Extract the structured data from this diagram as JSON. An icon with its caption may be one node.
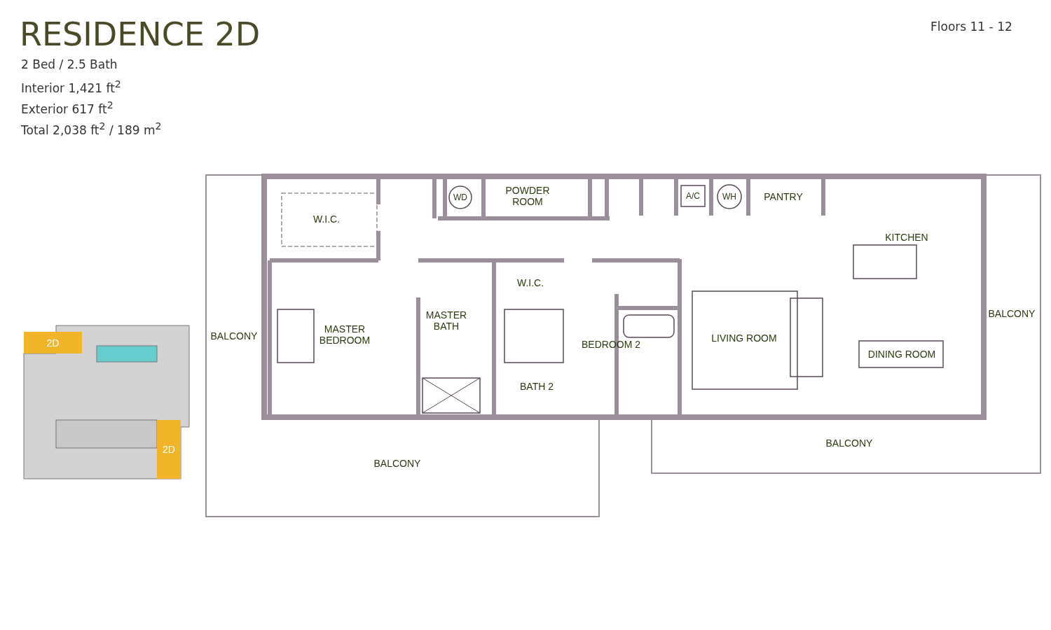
{
  "diagram": {
    "title": "RESIDENCE 2D",
    "nodes": [
      {
        "text": [
          "W.I.C."
        ]
      },
      {
        "text": [
          "WD"
        ]
      },
      {
        "text": [
          "POWDER ROOM"
        ]
      },
      {
        "text": [
          "A/C"
        ]
      },
      {
        "text": [
          "WH"
        ]
      },
      {
        "text": [
          "PANTRY"
        ]
      },
      {
        "text": [
          "KITCHEN"
        ]
      },
      {
        "text": [
          "MASTER BEDROOM"
        ]
      },
      {
        "text": [
          "MASTER BATH"
        ]
      },
      {
        "text": [
          "W.I.C."
        ]
      },
      {
        "text": [
          "BEDROOM 2"
        ]
      },
      {
        "text": [
          "LIVING ROOM"
        ]
      },
      {
        "text": [
          "BALCONY"
        ]
      },
      {
        "text": [
          "BALCONY"
        ]
      },
      {
        "text": [
          "DINING ROOM"
        ]
      },
      {
        "text": [
          "BATH 2"
        ]
      },
      {
        "text": [
          "BALCONY"
        ]
      },
      {
        "text": [
          "BALCONY"
        ]
      },
      {
        "text": [
          "2D"
        ]
      },
      {
        "text": [
          "2D"
        ]
      }
    ],
    "labels": [
      "2 Bed / 2.5 Bath",
      "Interior 1,421 ft$^{2}$",
      "Exterior 617 ft$^{2}$",
      "Total 2,038 ft$^{2}$ / 189 m$^{2}$",
      "Floors 11 - 12"
    ]
  }
}
